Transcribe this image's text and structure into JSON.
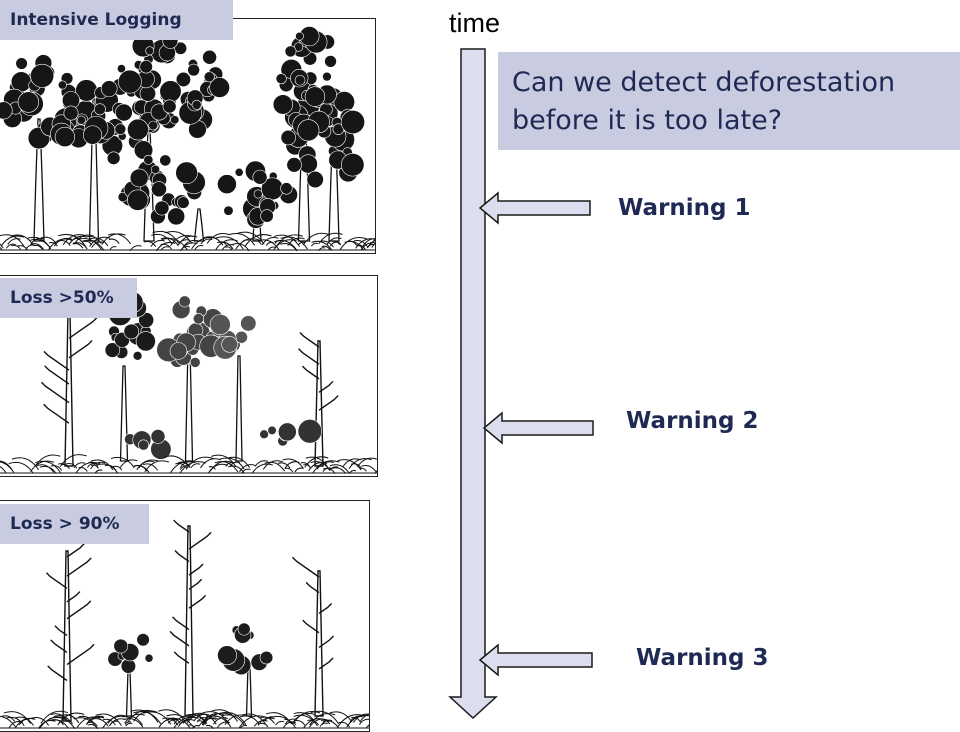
{
  "stages": [
    {
      "label": "Intensive Logging"
    },
    {
      "label": "Loss >50%"
    },
    {
      "label": "Loss > 90%"
    }
  ],
  "timeline": {
    "label": "time"
  },
  "question": "Can we detect deforestation before it is too late?",
  "warnings": [
    {
      "label": "Warning 1"
    },
    {
      "label": "Warning 2"
    },
    {
      "label": "Warning 3"
    }
  ],
  "colors": {
    "label_fill": "#c9cbe0",
    "label_text": "#1f2a54",
    "arrow_fill": "#dcdef0",
    "ink": "#111111"
  }
}
